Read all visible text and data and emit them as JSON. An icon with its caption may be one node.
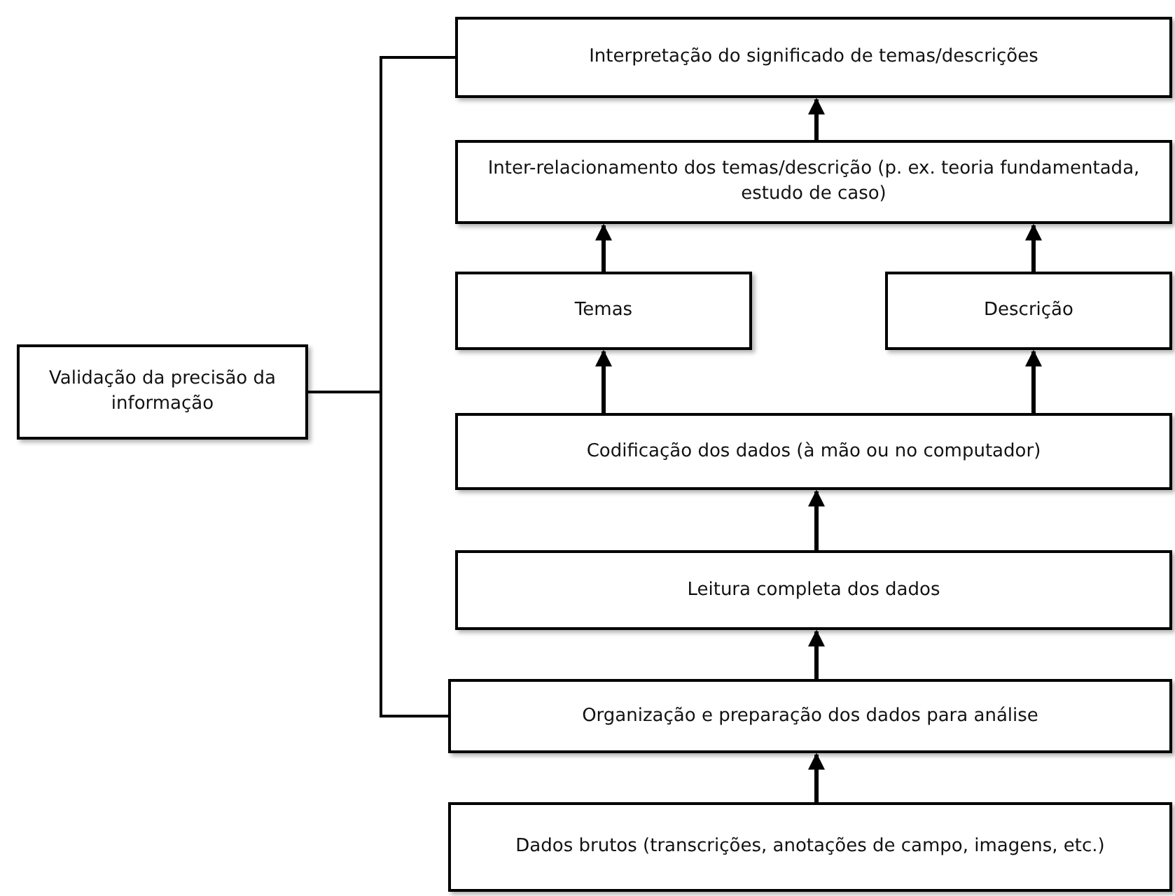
{
  "diagram": {
    "nodes": [
      {
        "text": [
          "Interpretação do significado de temas/descrições"
        ]
      },
      {
        "text": [
          "Inter-relacionamento dos temas/descrição (p. ex. teoria fundamentada, estudo de caso)"
        ]
      },
      {
        "text": [
          "Temas"
        ]
      },
      {
        "text": [
          "Descrição"
        ]
      },
      {
        "text": [
          "Codificação dos dados (à mão ou no computador)"
        ]
      },
      {
        "text": [
          "Leitura completa dos dados"
        ]
      },
      {
        "text": [
          "Organização e preparação dos dados para análise"
        ]
      },
      {
        "text": [
          "Dados brutos (transcrições, anotações de campo, imagens, etc.)"
        ]
      },
      {
        "text": [
          "Validação da precisão da informação"
        ]
      }
    ],
    "edges": [
      {
        "from": 7,
        "to": 6,
        "arrow": "to"
      },
      {
        "from": 6,
        "to": 5,
        "arrow": "to"
      },
      {
        "from": 5,
        "to": 4,
        "arrow": "to"
      },
      {
        "from": 4,
        "to": 2,
        "arrow": "to"
      },
      {
        "from": 4,
        "to": 3,
        "arrow": "to"
      },
      {
        "from": 2,
        "to": 1,
        "arrow": "to"
      },
      {
        "from": 3,
        "to": 1,
        "arrow": "to"
      },
      {
        "from": 1,
        "to": 0,
        "arrow": "to"
      },
      {
        "from": 8,
        "to": 0,
        "arrow": "none"
      },
      {
        "from": 8,
        "to": 6,
        "arrow": "none"
      }
    ]
  }
}
